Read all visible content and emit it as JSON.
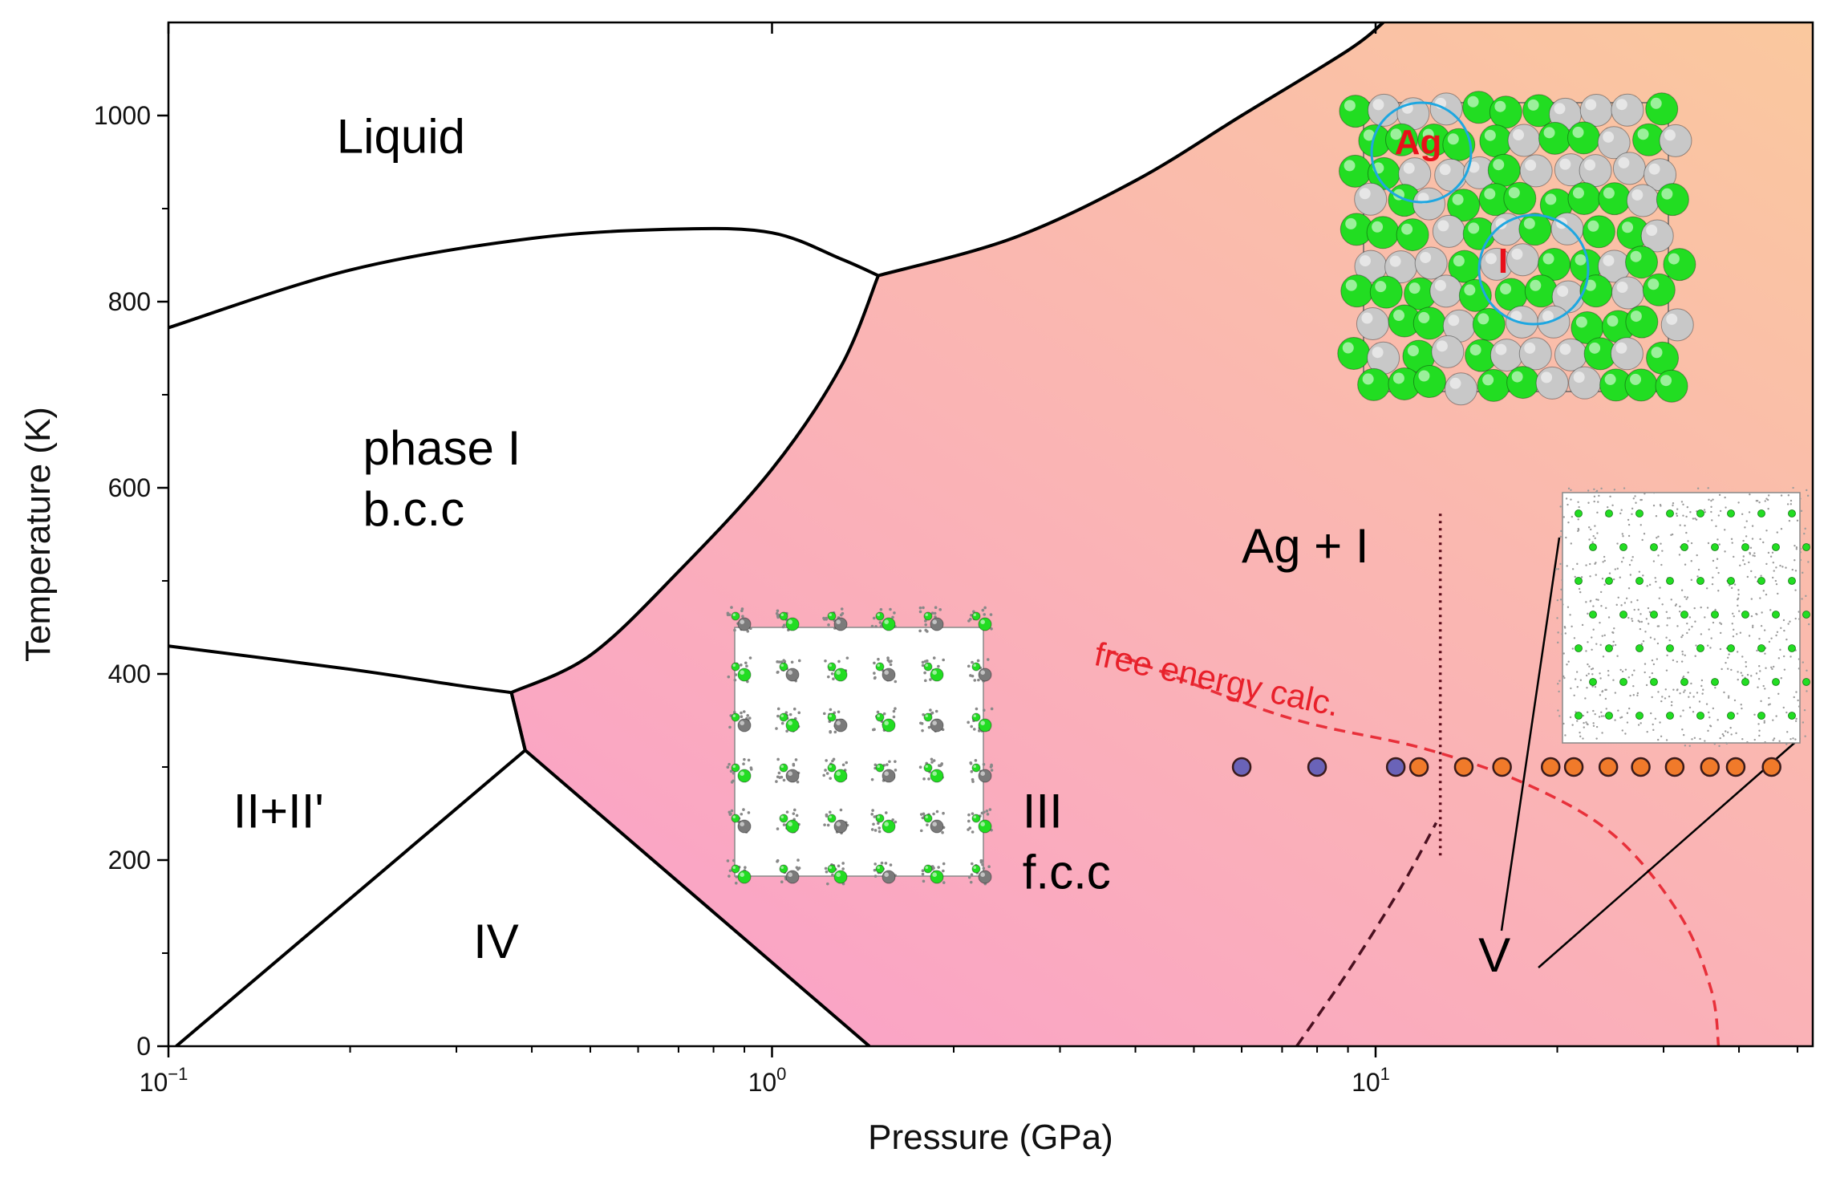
{
  "chart_data": {
    "type": "scatter",
    "title": "",
    "xlabel": "Pressure (GPa)",
    "ylabel": "Temperature (K)",
    "xscale": "log",
    "xlim": [
      0.1,
      53
    ],
    "ylim": [
      0,
      1100
    ],
    "x_ticks": [
      {
        "value": 0.1,
        "base": "10",
        "exp": "−1"
      },
      {
        "value": 1,
        "base": "10",
        "exp": "0"
      },
      {
        "value": 10,
        "base": "10",
        "exp": "1"
      }
    ],
    "y_ticks": [
      0,
      200,
      400,
      600,
      800,
      1000
    ],
    "grid": false,
    "regions": [
      {
        "id": "liquid",
        "label": "Liquid",
        "x": 0.19,
        "y": 960
      },
      {
        "id": "phase-i",
        "label": "phase I",
        "label2": "b.c.c",
        "x": 0.21,
        "y": 625
      },
      {
        "id": "ii",
        "label": "II+II'",
        "x": 0.128,
        "y": 235
      },
      {
        "id": "iv",
        "label": "IV",
        "x": 0.32,
        "y": 95
      },
      {
        "id": "iii",
        "label": "III",
        "label2": "f.c.c",
        "x": 2.6,
        "y": 235
      },
      {
        "id": "ag-i",
        "label": "Ag + I",
        "x": 6.0,
        "y": 520
      },
      {
        "id": "v",
        "label": "V",
        "x": 14.8,
        "y": 80
      }
    ],
    "boundaries": [
      {
        "name": "melting-lower",
        "points": [
          [
            0.1,
            772
          ],
          [
            0.2,
            834
          ],
          [
            0.4,
            868
          ],
          [
            0.7,
            878
          ],
          [
            1.0,
            874
          ],
          [
            1.3,
            846
          ],
          [
            1.5,
            828
          ]
        ]
      },
      {
        "name": "melting-upper",
        "points": [
          [
            1.5,
            828
          ],
          [
            2.5,
            868
          ],
          [
            4,
            930
          ],
          [
            6,
            1000
          ],
          [
            9,
            1070
          ],
          [
            10.3,
            1100
          ]
        ]
      },
      {
        "name": "phase-i-right",
        "points": [
          [
            0.37,
            380
          ],
          [
            0.5,
            420
          ],
          [
            0.7,
            510
          ],
          [
            1.0,
            620
          ],
          [
            1.3,
            730
          ],
          [
            1.5,
            828
          ]
        ]
      },
      {
        "name": "phase-i-bottom",
        "points": [
          [
            0.1,
            430
          ],
          [
            0.2,
            405
          ],
          [
            0.3,
            388
          ],
          [
            0.37,
            380
          ]
        ]
      },
      {
        "name": "triple-link",
        "points": [
          [
            0.37,
            380
          ],
          [
            0.39,
            318
          ]
        ]
      },
      {
        "name": "iv-left",
        "points": [
          [
            0.103,
            0
          ],
          [
            0.39,
            318
          ]
        ]
      },
      {
        "name": "iv-right",
        "points": [
          [
            0.39,
            318
          ],
          [
            1.45,
            0
          ]
        ]
      },
      {
        "name": "iii-left",
        "points": [
          [
            0.39,
            318
          ],
          [
            0.37,
            380
          ]
        ]
      }
    ],
    "series": [
      {
        "marker": "circle",
        "color": "#6a63b8",
        "x": [
          6.0,
          8.0,
          10.8
        ],
        "y": [
          300,
          300,
          300
        ]
      },
      {
        "marker": "circle",
        "color": "#f07a2a",
        "x": [
          11.8,
          14.0,
          16.2,
          19.5,
          21.3,
          24.3,
          27.5,
          31.3,
          35.8,
          39.5,
          45.3
        ],
        "y": [
          300,
          300,
          300,
          300,
          300,
          300,
          300,
          300,
          300,
          300,
          300
        ]
      }
    ],
    "curves": [
      {
        "name": "free-energy-calc",
        "color": "#e8303a",
        "dash": true,
        "points": [
          [
            3.6,
            425
          ],
          [
            7,
            355
          ],
          [
            12,
            320
          ],
          [
            18,
            280
          ],
          [
            25,
            225
          ],
          [
            32,
            140
          ],
          [
            36,
            60
          ],
          [
            37,
            0
          ]
        ]
      },
      {
        "name": "dark-dashed",
        "color": "#4a1020",
        "dash": true,
        "points": [
          [
            7.4,
            0
          ],
          [
            9,
            80
          ],
          [
            11,
            170
          ],
          [
            12.6,
            240
          ]
        ]
      },
      {
        "name": "vertical-dotted",
        "color": "#5a0a18",
        "dash": "dot",
        "points": [
          [
            12.8,
            205
          ],
          [
            12.8,
            575
          ]
        ]
      }
    ],
    "annotations": [
      {
        "text": "free energy calc.",
        "x": 3.4,
        "y": 410,
        "rotation": 12
      }
    ],
    "insets": [
      {
        "id": "ag-i-structure",
        "labels": [
          "Ag",
          "I"
        ]
      },
      {
        "id": "fcc-structure"
      },
      {
        "id": "phase-v-structure"
      }
    ]
  },
  "colors": {
    "pink": "#fa9bd0",
    "peach": "#fac89e",
    "ag_atom": "#c8c8c8",
    "i_atom": "#22dd22",
    "circle": "#1ea7e1"
  }
}
